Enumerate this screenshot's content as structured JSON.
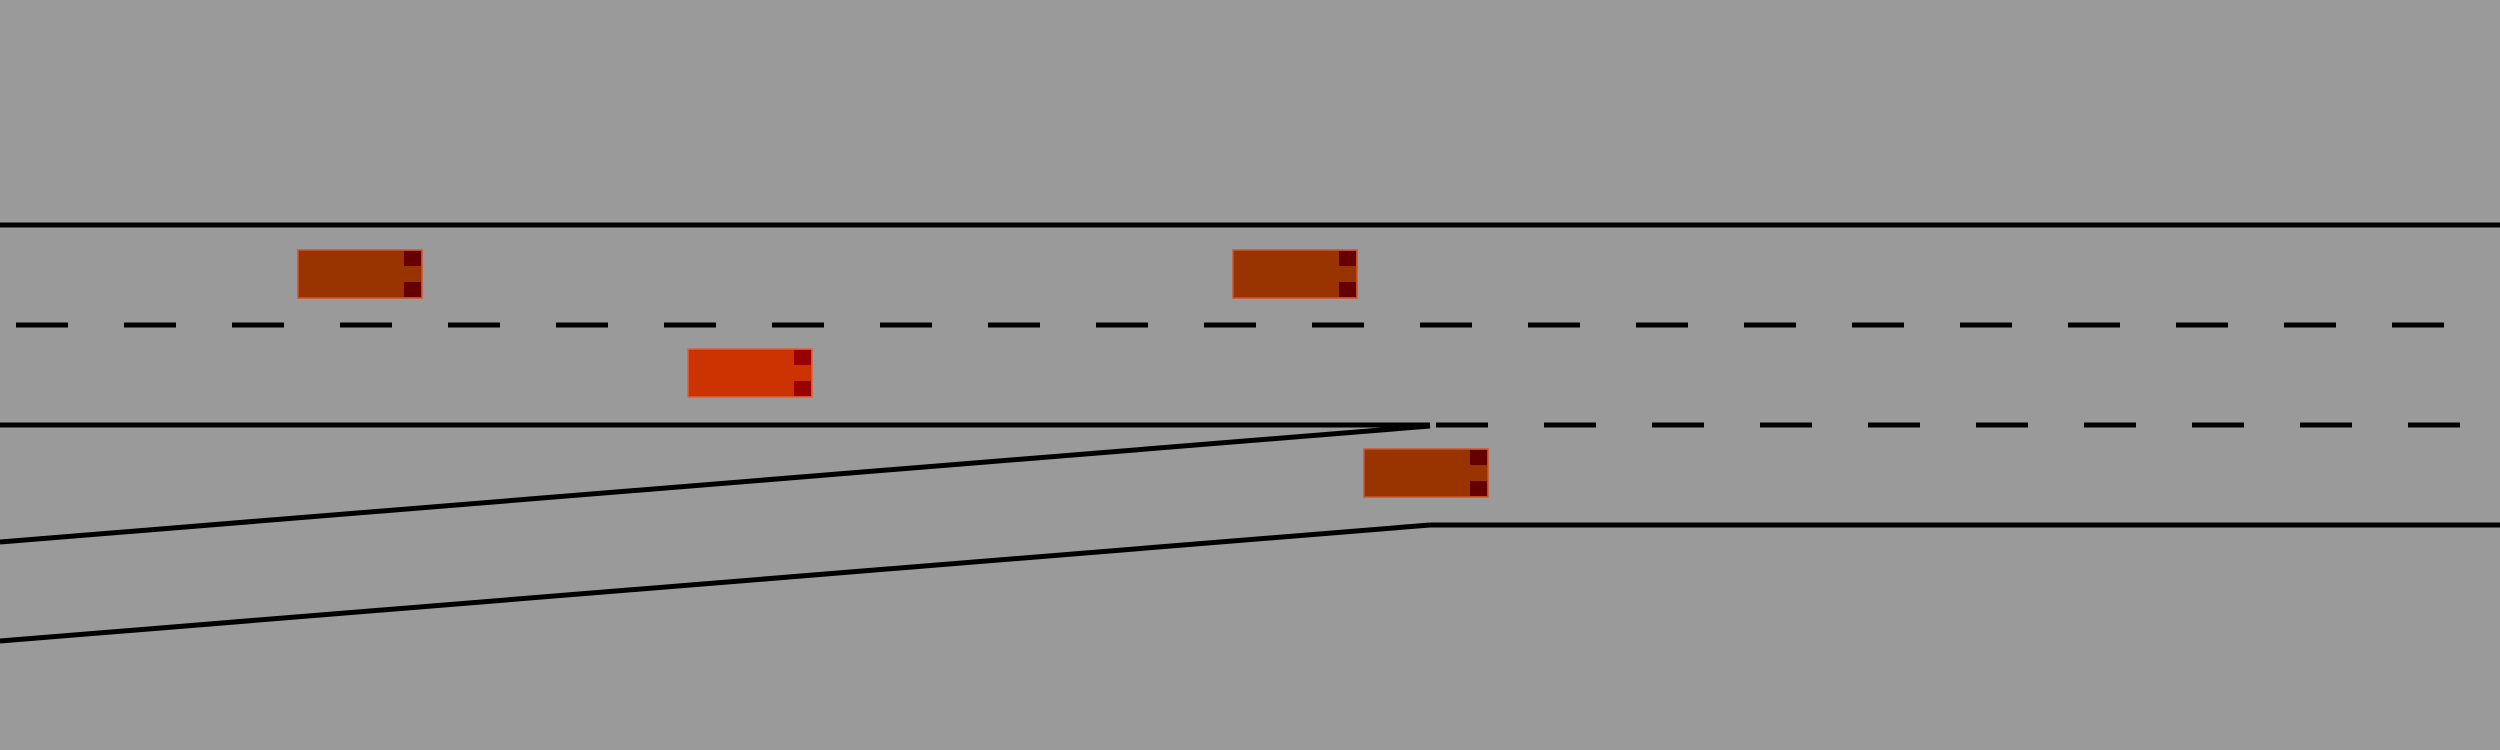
{
  "scene": {
    "type": "highway-merge-simulation",
    "colors": {
      "road": "#9a9a9a",
      "line": "#000000",
      "ego_vehicle": "#cc3300",
      "other_vehicle": "#993300",
      "taillight": "#660000",
      "vehicle_outline": "#e06040"
    },
    "lanes": [
      {
        "name": "main-lane-1"
      },
      {
        "name": "main-lane-2"
      },
      {
        "name": "merge-lane"
      }
    ],
    "vehicles": [
      {
        "name": "vehicle-1",
        "role": "other",
        "lane": "main-lane-1"
      },
      {
        "name": "vehicle-2",
        "role": "other",
        "lane": "main-lane-1"
      },
      {
        "name": "ego-vehicle",
        "role": "ego",
        "lane": "main-lane-2"
      },
      {
        "name": "vehicle-3",
        "role": "other",
        "lane": "merge-lane"
      }
    ]
  }
}
